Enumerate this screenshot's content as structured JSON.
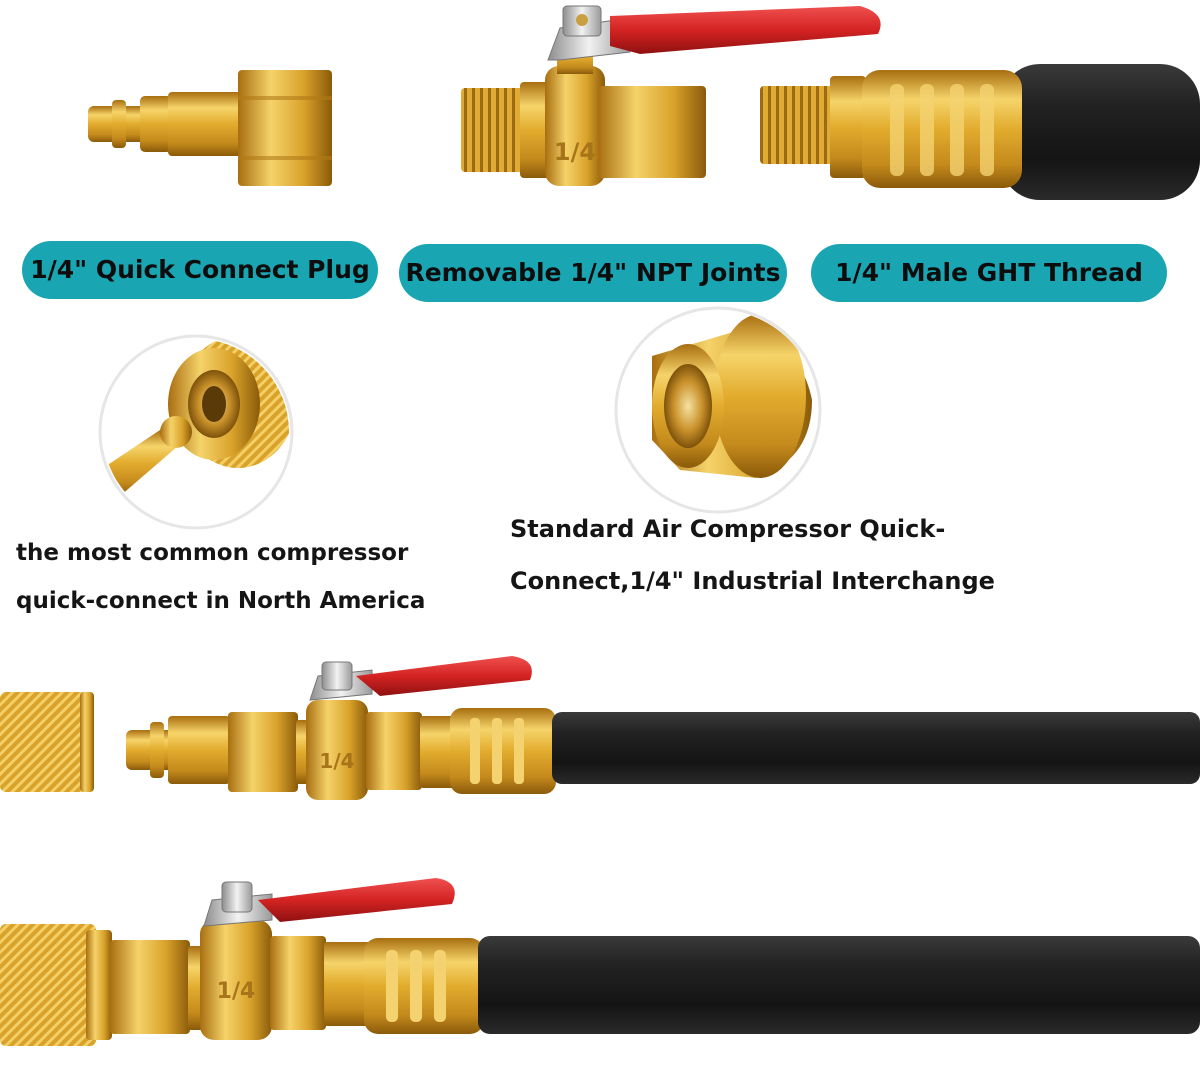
{
  "labels": {
    "quick_connect_plug": "1/4\" Quick Connect Plug",
    "npt_joints": "Removable 1/4\" NPT Joints",
    "ght_thread": "1/4\" Male GHT Thread"
  },
  "captions": {
    "left_line1": "the most common compressor",
    "left_line2": "quick-connect in North America",
    "right_line1": "Standard Air Compressor Quick-",
    "right_line2": "Connect,1/4\" Industrial Interchange"
  },
  "valve_marking": "1/4",
  "colors": {
    "pill": "#1aa5b3",
    "brass": "#e3b341",
    "brass_dark": "#a87414",
    "hose": "#1f1f1f",
    "handle": "#d42a2a"
  }
}
